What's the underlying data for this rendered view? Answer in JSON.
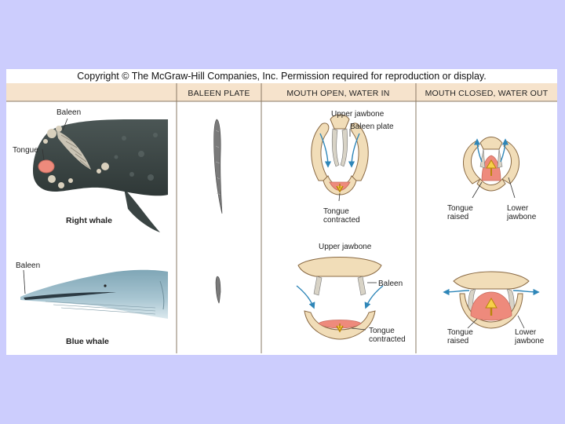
{
  "copyright": "Copyright © The McGraw-Hill Companies, Inc. Permission required for reproduction or display.",
  "columns": {
    "baleen_plate": "BALEEN PLATE",
    "mouth_open": "MOUTH OPEN, WATER IN",
    "mouth_closed": "MOUTH CLOSED, WATER OUT"
  },
  "right_whale": {
    "name": "Right whale",
    "baleen_label": "Baleen",
    "tongue_label": "Tongue",
    "open": {
      "upper_jawbone": "Upper jawbone",
      "baleen_plate": "Baleen plate",
      "tongue_line1": "Tongue",
      "tongue_line2": "contracted"
    },
    "closed": {
      "tongue_line1": "Tongue",
      "tongue_line2": "raised",
      "jaw_line1": "Lower",
      "jaw_line2": "jawbone"
    }
  },
  "blue_whale": {
    "name": "Blue whale",
    "baleen_label": "Baleen",
    "open": {
      "upper_jawbone": "Upper jawbone",
      "baleen": "Baleen",
      "tongue_line1": "Tongue",
      "tongue_line2": "contracted"
    },
    "closed": {
      "tongue_line1": "Tongue",
      "tongue_line2": "raised",
      "jaw_line1": "Lower",
      "jaw_line2": "jawbone"
    }
  },
  "colors": {
    "background": "#cccdfd",
    "header_band": "#f6e3cc",
    "right_whale_body": "#3d4645",
    "blue_whale_body": "#8fb3c2",
    "tongue": "#ee8a7c",
    "bone": "#f1ddb8",
    "water_arrow": "#2e86b8",
    "force_arrow": "#f7d04a"
  }
}
